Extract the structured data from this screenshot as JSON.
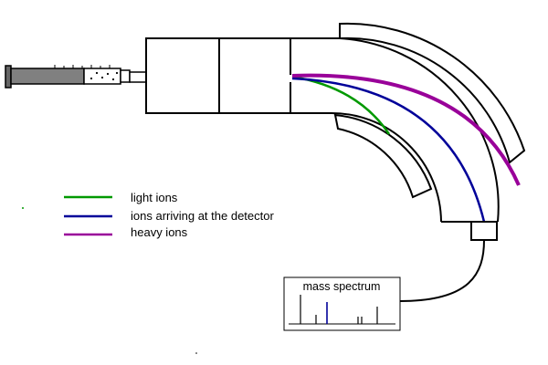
{
  "legend": [
    {
      "key": "light",
      "label": "light ions",
      "color": "#009900"
    },
    {
      "key": "detector",
      "label": "ions arriving at the detector",
      "color": "#000099"
    },
    {
      "key": "heavy",
      "label": "heavy ions",
      "color": "#990099"
    }
  ],
  "spectrum": {
    "title": "mass spectrum",
    "peak_color": "#000000",
    "highlight_color": "#000099"
  },
  "colors": {
    "outline": "#000000",
    "syringe_barrel": "#808080",
    "syringe_plunger": "#666666"
  }
}
